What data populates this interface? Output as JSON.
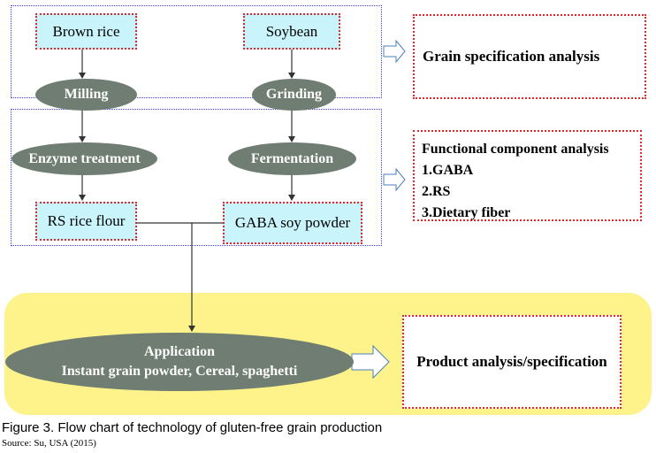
{
  "inputs": {
    "brown_rice": "Brown rice",
    "soybean": "Soybean"
  },
  "processes": {
    "milling": "Milling",
    "grinding": "Grinding",
    "enzyme_treatment": "Enzyme treatment",
    "fermentation": "Fermentation"
  },
  "products": {
    "rs_rice_flour": "RS rice flour",
    "gaba_soy_powder": "GABA soy powder"
  },
  "analyses": {
    "grain_spec": "Grain specification analysis",
    "functional": {
      "title": "Functional component analysis",
      "items": [
        "1.GABA",
        "2.RS",
        "3.Dietary fiber"
      ]
    },
    "product": "Product analysis/specification"
  },
  "application": {
    "title": "Application",
    "detail": "Instant grain powder, Cereal, spaghetti"
  },
  "caption": "Figure 3. Flow chart of technology of gluten-free grain production",
  "source": "Source: Su, USA (2015)",
  "colors": {
    "ellipse": "#6f7d72",
    "box_fill": "#c9f4fb",
    "dotted_red": "#e0282a",
    "dotted_blue": "#3a3af0",
    "panel_yellow": "#fdf38a"
  }
}
